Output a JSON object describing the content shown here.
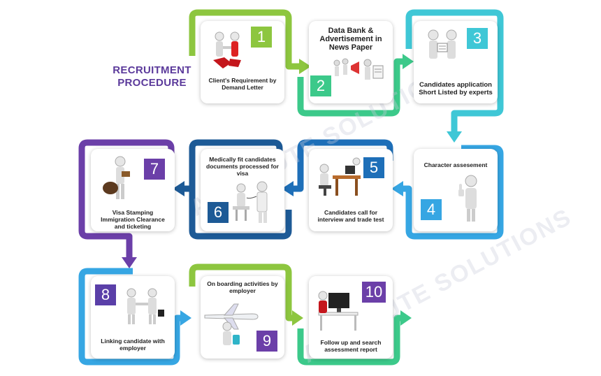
{
  "title": {
    "line1": "RECRUITMENT",
    "line2": "PROCEDURE"
  },
  "steps": [
    {
      "number": "1",
      "text": "Client's Requirement by Demand Letter",
      "color": "#8dc63f"
    },
    {
      "number": "2",
      "text": "Data Bank & Advertisement in News Paper",
      "color": "#3cc98a"
    },
    {
      "number": "3",
      "text": "Candidates application Short Listed by experts",
      "color": "#3fc7d6"
    },
    {
      "number": "4",
      "text": "Character assesement",
      "color": "#36a6e3"
    },
    {
      "number": "5",
      "text": "Candidates call for interview and trade test",
      "color": "#1e6fb8"
    },
    {
      "number": "6",
      "text": "Medically fit candidates documents processed for visa",
      "color": "#1d5a96"
    },
    {
      "number": "7",
      "text": "Visa Stamping Immigration Clearance and ticketing",
      "color": "#6b3fa8"
    },
    {
      "number": "8",
      "text": "Linking candidate with employer",
      "color": "#5a3fa8"
    },
    {
      "number": "9",
      "text": "On boarding activities by employer",
      "color": "#6b3fa8"
    },
    {
      "number": "10",
      "text": "Follow up and search assessment report",
      "color": "#6b3fa8"
    }
  ],
  "watermark": "ABSOLUTE SOLUTIONS"
}
